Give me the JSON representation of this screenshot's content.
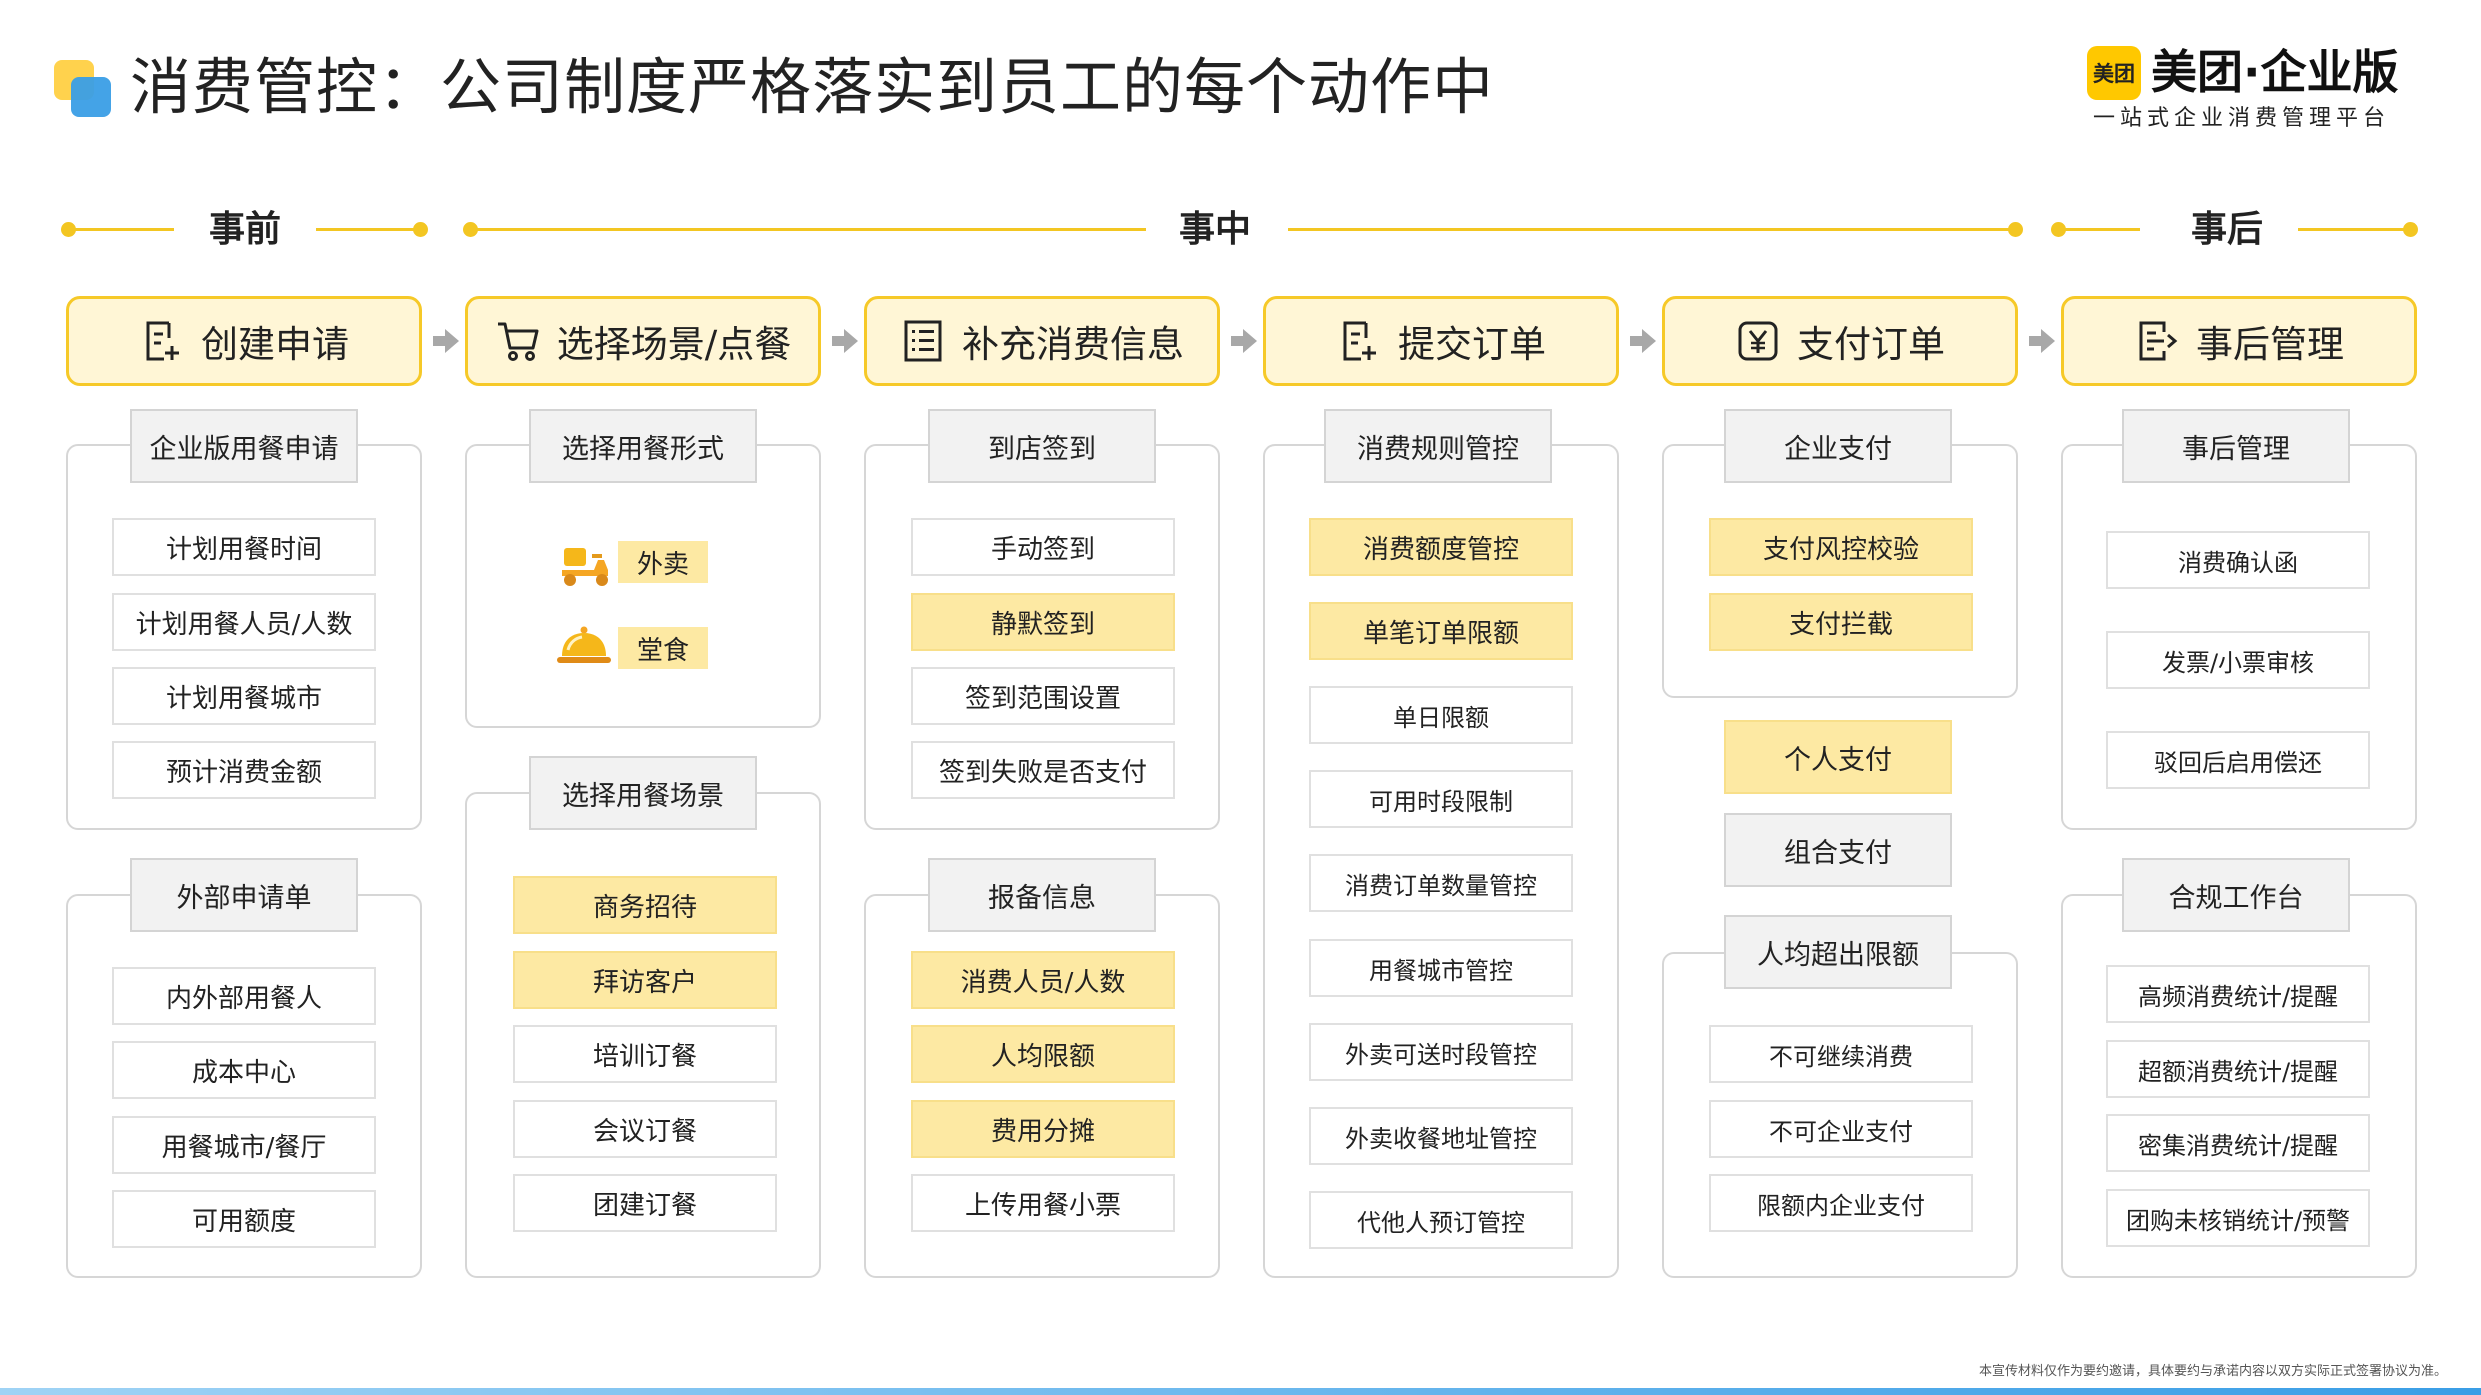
{
  "header": {
    "title": "消费管控：公司制度严格落实到员工的每个动作中",
    "brand_logo_text": "美团",
    "brand_name": "美团·企业版",
    "brand_slogan": "一站式企业消费管理平台"
  },
  "phases": {
    "before": "事前",
    "during": "事中",
    "after": "事后"
  },
  "colors": {
    "accent": "#f6c928",
    "highlight": "#fde9a3",
    "panel_border": "#d6d6d6",
    "blue": "#3a9ee6"
  },
  "steps": [
    {
      "label": "创建申请",
      "icon": "form-add-icon"
    },
    {
      "label": "选择场景/点餐",
      "icon": "cart-icon"
    },
    {
      "label": "补充消费信息",
      "icon": "list-icon"
    },
    {
      "label": "提交订单",
      "icon": "submit-form-icon"
    },
    {
      "label": "支付订单",
      "icon": "yen-icon"
    },
    {
      "label": "事后管理",
      "icon": "export-doc-icon"
    }
  ],
  "col1": {
    "g1_title": "企业版用餐申请",
    "g1_items": [
      "计划用餐时间",
      "计划用餐人员/人数",
      "计划用餐城市",
      "预计消费金额"
    ],
    "g2_title": "外部申请单",
    "g2_items": [
      "内外部用餐人",
      "成本中心",
      "用餐城市/餐厅",
      "可用额度"
    ]
  },
  "col2": {
    "g1_title": "选择用餐形式",
    "g1_options": [
      {
        "label": "外卖",
        "icon": "delivery-scooter-icon"
      },
      {
        "label": "堂食",
        "icon": "food-cloche-icon"
      }
    ],
    "g2_title": "选择用餐场景",
    "g2_items": [
      "商务招待",
      "拜访客户",
      "培训订餐",
      "会议订餐",
      "团建订餐"
    ]
  },
  "col3": {
    "g1_title": "到店签到",
    "g1_items": [
      "手动签到",
      "静默签到",
      "签到范围设置",
      "签到失败是否支付"
    ],
    "g2_title": "报备信息",
    "g2_items": [
      "消费人员/人数",
      "人均限额",
      "费用分摊",
      "上传用餐小票"
    ]
  },
  "col4": {
    "title": "消费规则管控",
    "items": [
      "消费额度管控",
      "单笔订单限额",
      "单日限额",
      "可用时段限制",
      "消费订单数量管控",
      "用餐城市管控",
      "外卖可送时段管控",
      "外卖收餐地址管控",
      "代他人预订管控"
    ]
  },
  "col5": {
    "g1_title": "企业支付",
    "g1_items": [
      "支付风控校验",
      "支付拦截"
    ],
    "personal": "个人支付",
    "combined": "组合支付",
    "g2_title": "人均超出限额",
    "g2_items": [
      "不可继续消费",
      "不可企业支付",
      "限额内企业支付"
    ]
  },
  "col6": {
    "g1_title": "事后管理",
    "g1_items": [
      "消费确认函",
      "发票/小票审核",
      "驳回后启用偿还"
    ],
    "g2_title": "合规工作台",
    "g2_items": [
      "高频消费统计/提醒",
      "超额消费统计/提醒",
      "密集消费统计/提醒",
      "团购未核销统计/预警"
    ]
  },
  "footnote": "本宣传材料仅作为要约邀请，具体要约与承诺内容以双方实际正式签署协议为准。"
}
